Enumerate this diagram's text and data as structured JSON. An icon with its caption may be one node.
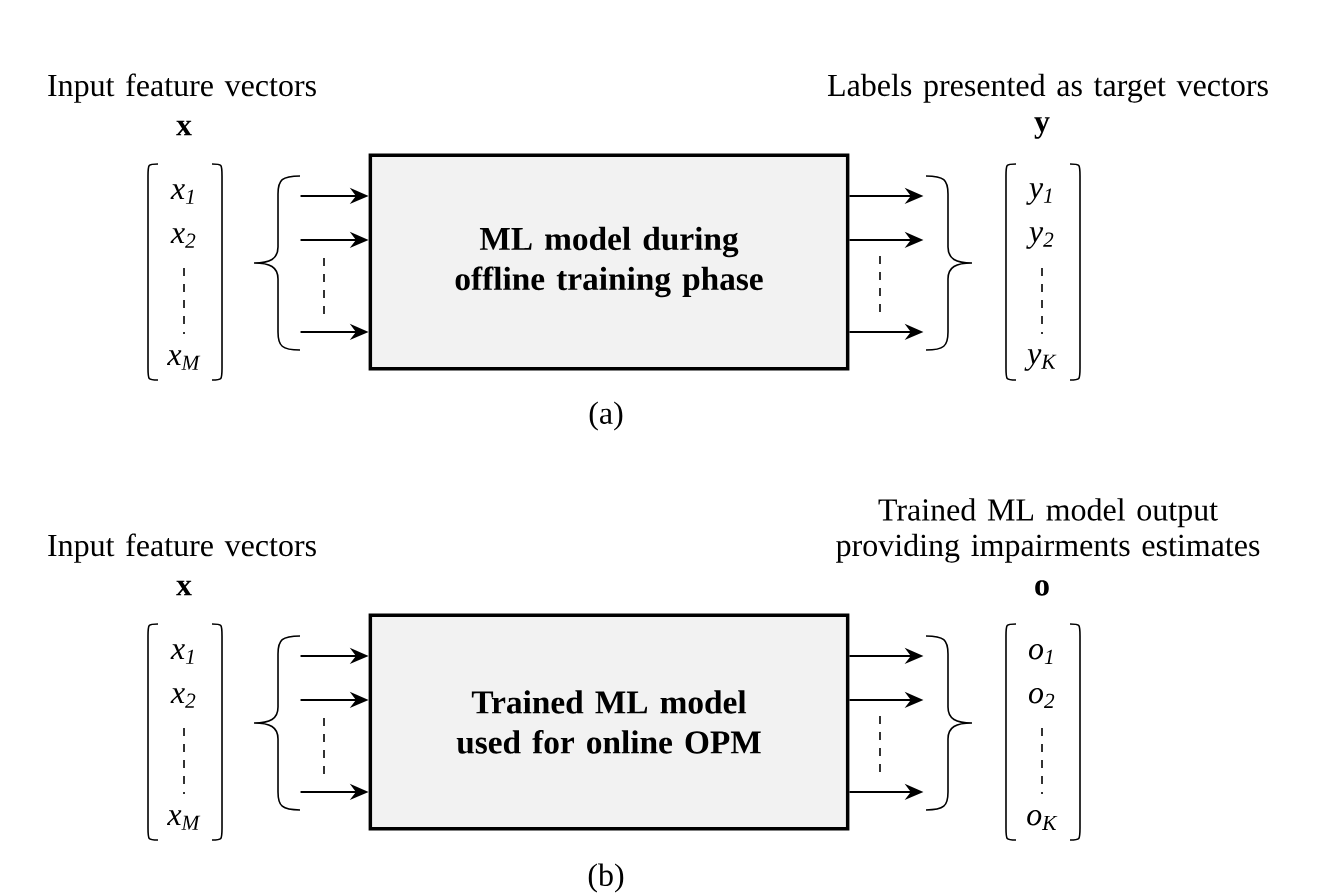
{
  "diagram": {
    "nodes": [
      {
        "text": [
          "Input feature vectors",
          "x",
          "x$_{1}$",
          "x$_{2}$",
          "x$_{M}$"
        ]
      },
      {
        "text": [
          "ML model during offline training phase"
        ]
      },
      {
        "text": [
          "Labels presented as target vectors",
          "y",
          "y$_{1}$",
          "y$_{2}$",
          "y$_{K}$"
        ]
      },
      {
        "text": [
          "Input feature vectors",
          "x",
          "x$_{1}$",
          "x$_{2}$",
          "x$_{M}$"
        ]
      },
      {
        "text": [
          "Trained ML model used for online OPM"
        ]
      },
      {
        "text": [
          "Trained ML model output providing impairments estimates",
          "o",
          "o$_{1}$",
          "o$_{2}$",
          "o$_{K}$"
        ]
      }
    ],
    "edges": [
      {
        "from": 0,
        "to": 1,
        "arrow": "to"
      },
      {
        "from": 0,
        "to": 1,
        "arrow": "to"
      },
      {
        "from": 0,
        "to": 1,
        "arrow": "to"
      },
      {
        "from": 1,
        "to": 2,
        "arrow": "to"
      },
      {
        "from": 1,
        "to": 2,
        "arrow": "to"
      },
      {
        "from": 1,
        "to": 2,
        "arrow": "to"
      },
      {
        "from": 3,
        "to": 4,
        "arrow": "to"
      },
      {
        "from": 3,
        "to": 4,
        "arrow": "to"
      },
      {
        "from": 3,
        "to": 4,
        "arrow": "to"
      },
      {
        "from": 4,
        "to": 5,
        "arrow": "to"
      },
      {
        "from": 4,
        "to": 5,
        "arrow": "to"
      },
      {
        "from": 4,
        "to": 5,
        "arrow": "to"
      }
    ],
    "labels": [
      "(a)",
      "(b)"
    ]
  }
}
